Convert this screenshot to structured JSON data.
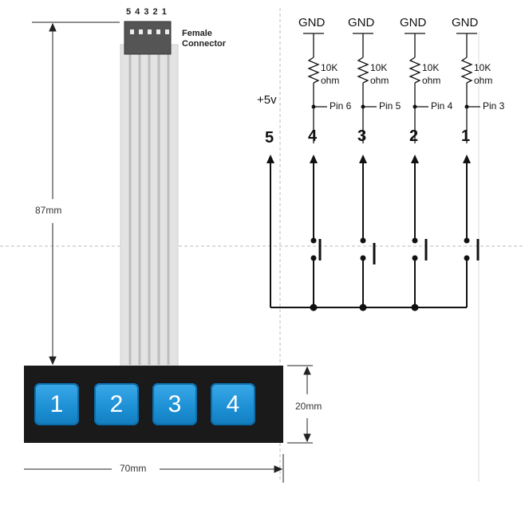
{
  "connector": {
    "pin_numbers": "5 4 3 2 1",
    "label_line1": "Female",
    "label_line2": "Connector"
  },
  "dimensions": {
    "height": "87mm",
    "width": "70mm",
    "keypad_height": "20mm"
  },
  "keys": [
    "1",
    "2",
    "3",
    "4"
  ],
  "schematic": {
    "vcc": "+5v",
    "vcc_column": "5",
    "gnd": [
      "GND",
      "GND",
      "GND",
      "GND"
    ],
    "resistor_value": "10K",
    "resistor_unit": "ohm",
    "pins": [
      "Pin 6",
      "Pin 5",
      "Pin 4",
      "Pin 3"
    ],
    "columns": [
      "4",
      "3",
      "2",
      "1"
    ]
  },
  "colors": {
    "key_blue": "#1c8fd4",
    "keypad_body": "#1a1a1a",
    "ribbon": "#d9d9d9",
    "connector": "#555555"
  }
}
